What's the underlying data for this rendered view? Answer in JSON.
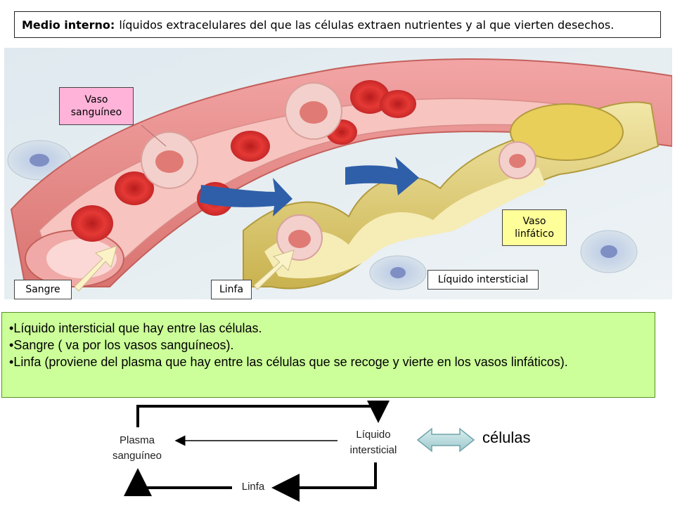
{
  "header": {
    "term": "Medio interno:",
    "definition": "líquidos extracelulares  del que las células extraen nutrientes y al que vierten desechos."
  },
  "labels": {
    "vaso_sanguineo_1": "Vaso",
    "vaso_sanguineo_2": "sanguíneo",
    "vaso_linfatico_1": "Vaso",
    "vaso_linfatico_2": "linfático",
    "liquido_intersticial": "Líquido intersticial",
    "sangre": "Sangre",
    "linfa": "Linfa"
  },
  "info": {
    "items": [
      "Líquido intersticial que hay entre las células.",
      "Sangre ( va por los vasos sanguíneos).",
      "Linfa (proviene del plasma que hay entre las células que se recoge y vierte en los vasos linfáticos)."
    ]
  },
  "flow": {
    "plasma_1": "Plasma",
    "plasma_2": "sanguíneo",
    "liquido_1": "Líquido",
    "liquido_2": "intersticial",
    "linfa": "Linfa",
    "celulas": "células"
  },
  "colors": {
    "vessel_outer": "#e88a8a",
    "vessel_inner": "#f4b3b3",
    "blood_cell": "#d42a2a",
    "lymph_vessel": "#e6d27a",
    "arrow_blue": "#2f5fa8",
    "label_pink": "#ffb3d9",
    "label_yellow": "#ffff99",
    "info_bg": "#ccff99"
  }
}
